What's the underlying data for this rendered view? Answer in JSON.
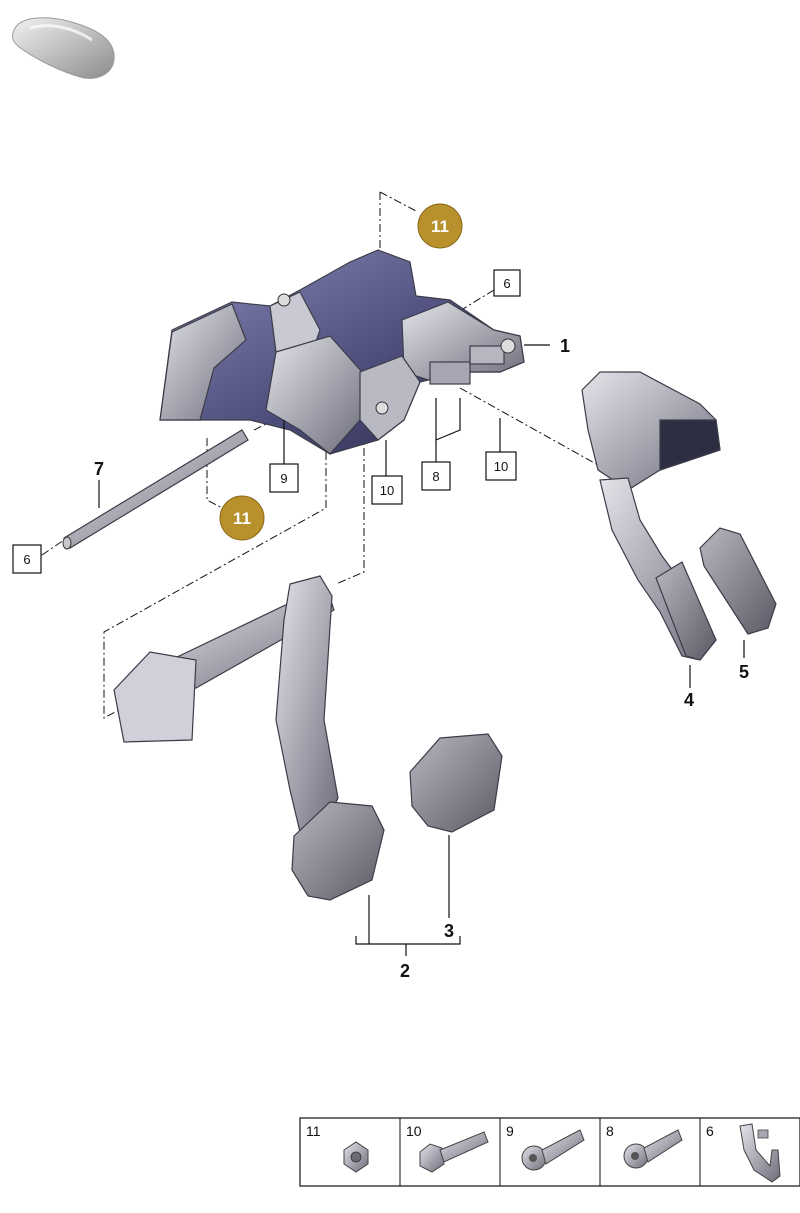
{
  "callouts": {
    "c1": "1",
    "c2": "2",
    "c3": "3",
    "c4": "4",
    "c5": "5",
    "c7": "7"
  },
  "boxes": {
    "b6_top": "6",
    "b6_left": "6",
    "b9": "9",
    "b10_a": "10",
    "b8": "8",
    "b10_b": "10"
  },
  "badges": {
    "top": "11",
    "left": "11"
  },
  "hardware": [
    "11",
    "10",
    "9",
    "8",
    "6"
  ],
  "colors": {
    "badge": "#b8902c",
    "part_gray": "#9a9aa6",
    "frame_blue": "#4a4a78"
  }
}
